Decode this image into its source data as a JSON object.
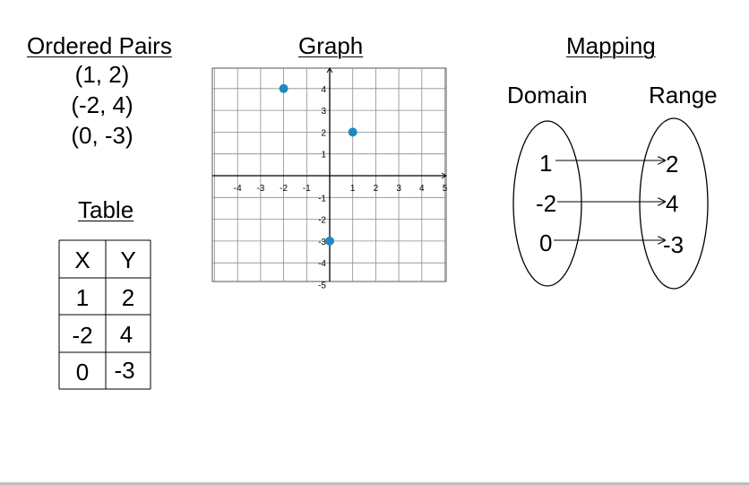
{
  "headings": {
    "ordered_pairs": "Ordered Pairs",
    "graph": "Graph",
    "mapping": "Mapping",
    "table": "Table"
  },
  "ordered_pairs": [
    "(1, 2)",
    "(-2, 4)",
    "(0, -3)"
  ],
  "table": {
    "headers": [
      "X",
      "Y"
    ],
    "rows": [
      [
        "1",
        "2"
      ],
      [
        "-2",
        "4"
      ],
      [
        "0",
        "-3"
      ]
    ]
  },
  "mapping": {
    "domain_label": "Domain",
    "range_label": "Range",
    "domain": [
      "1",
      "-2",
      "0"
    ],
    "range": [
      "2",
      "4",
      "-3"
    ]
  },
  "chart_data": {
    "type": "scatter",
    "x_ticks": [
      "-4",
      "-3",
      "-2",
      "-1",
      "1",
      "2",
      "3",
      "4",
      "5"
    ],
    "y_ticks": [
      "4",
      "3",
      "2",
      "1",
      "-1",
      "-2",
      "-3",
      "-4",
      "-5"
    ],
    "xlim": [
      -5,
      5
    ],
    "ylim": [
      -5,
      5
    ],
    "grid": true,
    "points": [
      {
        "x": 1,
        "y": 2
      },
      {
        "x": -2,
        "y": 4
      },
      {
        "x": 0,
        "y": -3
      }
    ],
    "point_color": "#1f8ac0"
  }
}
